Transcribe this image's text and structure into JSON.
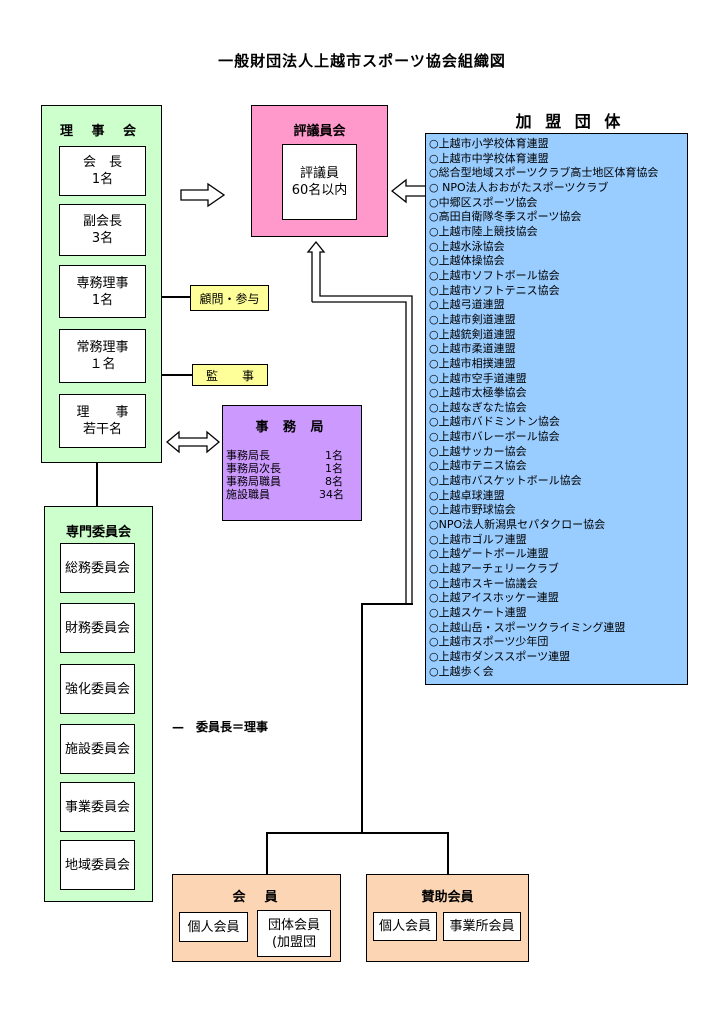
{
  "title": "一般財団法人上越市スポーツ協会組織図",
  "board": {
    "heading": "理 事 会",
    "boxes": [
      {
        "line1": "会　長",
        "line2": "1名"
      },
      {
        "line1": "副会長",
        "line2": "3名"
      },
      {
        "line1": "専務理事",
        "line2": "1名"
      },
      {
        "line1": "常務理事",
        "line2": "１名"
      },
      {
        "line1": "理　　事",
        "line2": "若干名"
      }
    ]
  },
  "advisors": "顧問・参与",
  "auditor": "監　　事",
  "hyogiinkai": {
    "heading": "評議員会",
    "line1": "評議員",
    "line2": "60名以内"
  },
  "kamei": {
    "heading": "加 盟 団 体",
    "items": [
      "○上越市小学校体育連盟",
      "○上越市中学校体育連盟",
      "○総合型地域スポーツクラブ高士地区体育協会",
      "○ NPO法人おおがたスポーツクラブ",
      "○中郷区スポーツ協会",
      "○高田自衛隊冬季スポーツ協会",
      "○上越市陸上競技協会",
      "○上越水泳協会",
      "○上越体操協会",
      "○上越市ソフトボール協会",
      "○上越市ソフトテニス協会",
      "○上越弓道連盟",
      "○上越市剣道連盟",
      "○上越銃剣道連盟",
      "○上越市柔道連盟",
      "○上越市相撲連盟",
      "○上越市空手道連盟",
      "○上越市太極拳協会",
      "○上越なぎなた協会",
      "○上越市バドミントン協会",
      "○上越市バレーボール協会",
      "○上越サッカー協会",
      "○上越市テニス協会",
      "○上越市バスケットボール協会",
      "○上越卓球連盟",
      "○上越市野球協会",
      "○NPO法人新潟県セパタクロー協会",
      "○上越市ゴルフ連盟",
      "○上越ゲートボール連盟",
      "○上越アーチェリークラブ",
      "○上越市スキー協議会",
      "○上越アイスホッケー連盟",
      "○上越スケート連盟",
      "○上越山岳・スポーツクライミング連盟",
      "○上越市スポーツ少年団",
      "○上越市ダンススポーツ連盟",
      "○上越歩く会"
    ]
  },
  "jimukyoku": {
    "heading": "事 務 局",
    "rows": [
      {
        "label": "事務局長",
        "value": "1名"
      },
      {
        "label": "事務局次長",
        "value": "1名"
      },
      {
        "label": "事務局職員",
        "value": "8名"
      },
      {
        "label": "施設職員",
        "value": "34名"
      }
    ]
  },
  "senmon": {
    "heading": "専門委員会",
    "items": [
      "総務委員会",
      "財務委員会",
      "強化委員会",
      "施設委員会",
      "事業委員会",
      "地域委員会"
    ]
  },
  "note": "—　委員長＝理事",
  "kaiin": {
    "heading": "会　員",
    "box1": "個人会員",
    "box2_line1": "団体会員",
    "box2_line2": "(加盟団"
  },
  "sanjo": {
    "heading": "賛助会員",
    "box1": "個人会員",
    "box2": "事業所会員"
  }
}
